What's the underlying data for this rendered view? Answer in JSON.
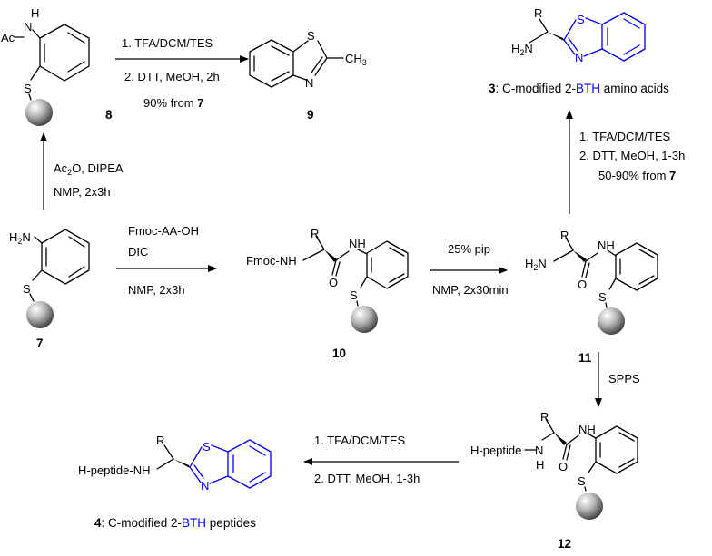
{
  "atoms": {
    "Ac": "Ac",
    "N": "N",
    "H": "H",
    "NH": "NH",
    "HN": "HN",
    "S": "S",
    "O": "O",
    "H2N": "H",
    "H2N_sub": "2",
    "H2N_N": "N",
    "CH3": "CH",
    "CH3_sub": "3",
    "R": "R",
    "FmocNH": "Fmoc-NH",
    "Hpeptide": "H-peptide",
    "HpeptideNH": "H-peptide-NH"
  },
  "compounds": {
    "c7": "7",
    "c8": "8",
    "c9": "9",
    "c10": "10",
    "c11": "11",
    "c12": "12",
    "c3_num": "3",
    "c3_text": ": C-modified 2-",
    "c3_bth": "BTH",
    "c3_tail": " amino acids",
    "c4_num": "4",
    "c4_text": ": C-modified 2-",
    "c4_bth": "BTH",
    "c4_tail": " peptides"
  },
  "conditions": {
    "top_1": "1. TFA/DCM/TES",
    "top_2": "2. DTT, MeOH, 2h",
    "top_3a": "90% from ",
    "top_3b": "7",
    "ac2o_a": "Ac",
    "ac2o_sub": "2",
    "ac2o_b": "O, DIPEA",
    "ac2o_2": "NMP, 2x3h",
    "fmoc_1": "Fmoc-AA-OH",
    "fmoc_2": "DIC",
    "fmoc_3": "NMP, 2x3h",
    "pip_1": "25% pip",
    "pip_2": "NMP, 2x30min",
    "right_1": "1. TFA/DCM/TES",
    "right_2": "2. DTT,  MeOH, 1-3h",
    "right_3a": "50-90% from ",
    "right_3b": "7",
    "spps": "SPPS",
    "bottom_1": "1. TFA/DCM/TES",
    "bottom_2": "2. DTT, MeOH, 1-3h"
  },
  "colors": {
    "bth_highlight": "#0000ff",
    "resin_bead": "#808080"
  }
}
